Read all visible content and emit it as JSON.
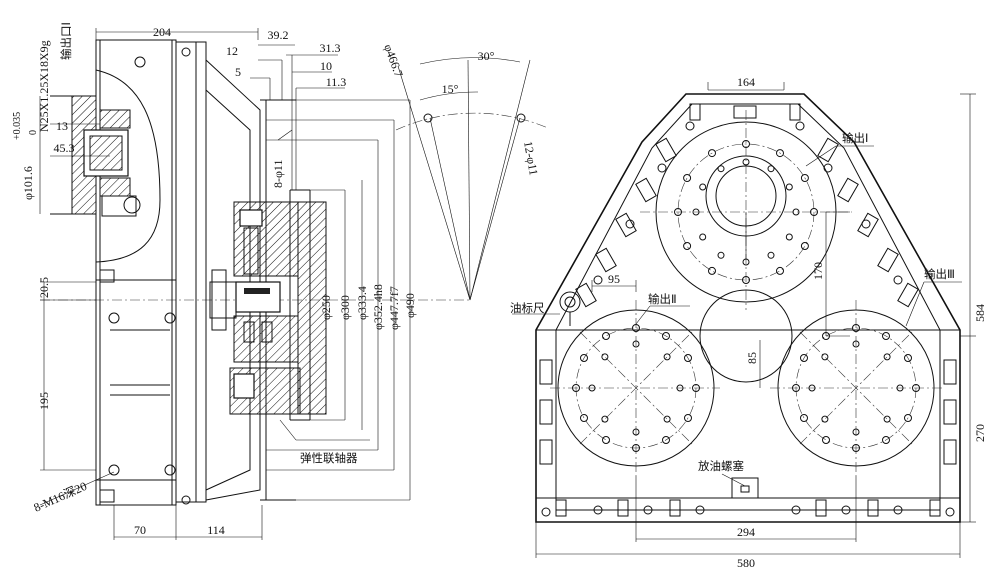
{
  "side_view": {
    "dims": {
      "w204": "204",
      "w39_2": "39.2",
      "w12": "12",
      "w31_3": "31.3",
      "w5": "5",
      "w10": "10",
      "w11_3": "11.3",
      "d101_6": "φ101.6",
      "d101_6_tol": "+0.035",
      "d101_6_tol2": "0",
      "w13": "13",
      "w45_3": "45.3",
      "w20_5": "20.5",
      "w195": "195",
      "w70": "70",
      "w114": "114",
      "d250": "φ250",
      "d300": "φ300",
      "d333_4": "φ333.4",
      "d352_4": "φ352.4h8",
      "d447_7": "φ447.7f7",
      "d490": "φ490",
      "holes_8_11": "8-φ11"
    },
    "labels": {
      "spline": "N25X1.25X18X9g",
      "output_1": "输出口Ⅰ",
      "bolts": "8-M16深20",
      "coupling": "弹性联轴器"
    }
  },
  "hole_detail": {
    "d466_7": "φ466.7",
    "angle_30": "30°",
    "angle_15": "15°",
    "holes_12_11": "12-φ11"
  },
  "front_view": {
    "dims": {
      "w164": "164",
      "h170": "170",
      "w95": "95",
      "h85": "85",
      "h584": "584",
      "h270": "270",
      "w294": "294",
      "w580": "580"
    },
    "labels": {
      "out1": "输出Ⅰ",
      "out2": "输出Ⅱ",
      "out3": "输出Ⅲ",
      "dipstick": "油标尺",
      "drain": "放油螺塞"
    }
  }
}
